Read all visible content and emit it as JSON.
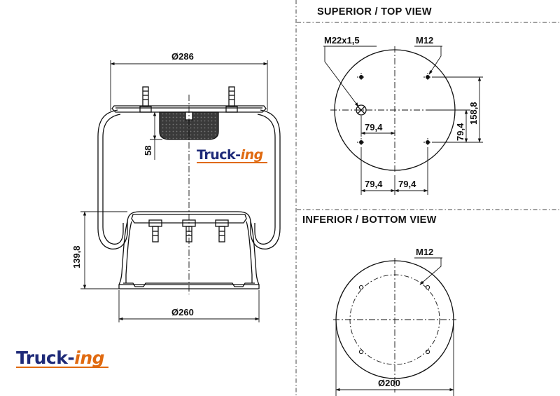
{
  "views": {
    "top_title": "SUPERIOR / TOP VIEW",
    "bottom_title": "INFERIOR / BOTTOM VIEW"
  },
  "dimensions": {
    "top_diameter": "Ø286",
    "bottom_diameter": "Ø260",
    "height_lower": "139,8",
    "plate_depth": "58",
    "port_thread": "M22x1,5",
    "top_bolt": "M12",
    "spacing_a": "79,4",
    "spacing_b": "79,4",
    "spacing_c": "79,4",
    "spacing_d": "79,4",
    "spacing_overall": "158,8",
    "bottom_bolt": "M12",
    "bottom_plate_diameter": "Ø200"
  },
  "brand": {
    "name_main": "Truck-",
    "name_suffix": "ing",
    "color_primary": "#1e2a78",
    "color_accent": "#e06a10"
  }
}
